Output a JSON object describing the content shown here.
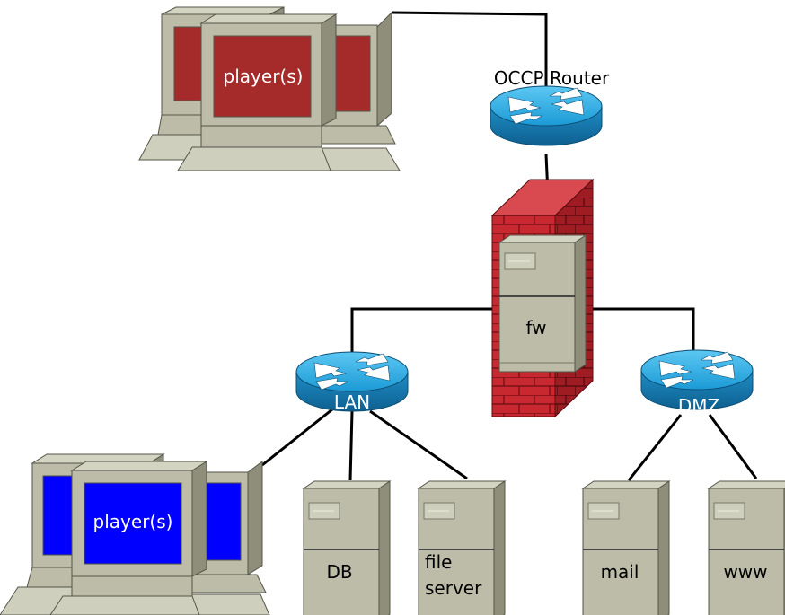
{
  "labels": {
    "top_players": "player(s)",
    "occp_router": "OCCP Router",
    "firewall": "fw",
    "lan_router": "LAN",
    "dmz_router": "DMZ",
    "bottom_players": "player(s)",
    "db": "DB",
    "file_server_line1": "file",
    "file_server_line2": "server",
    "mail": "mail",
    "www": "www"
  },
  "colors": {
    "background": "#ffffff",
    "top_player_screen": "#a52a2a",
    "bottom_player_screen": "#0000ff",
    "firewall_brick": "#c8282f",
    "router_blue": "#1b9ad6",
    "device_beige": "#bcbca8",
    "link": "#000000"
  },
  "icons": {
    "players": "workstation-cluster-icon",
    "router": "router-icon",
    "firewall": "brick-firewall-icon",
    "server": "tower-server-icon"
  }
}
